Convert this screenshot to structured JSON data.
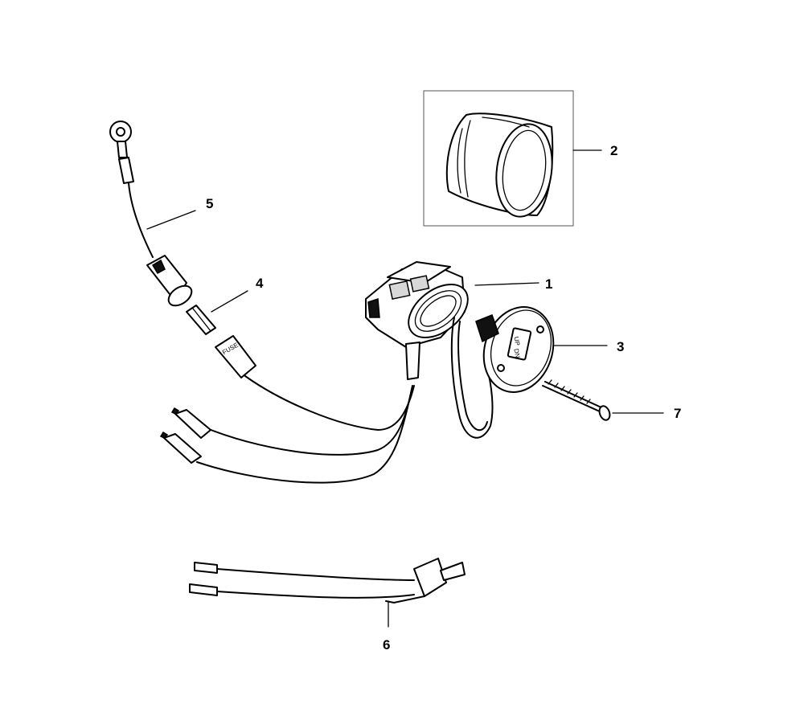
{
  "diagram": {
    "callouts": [
      {
        "id": "callout-1",
        "label": "1"
      },
      {
        "id": "callout-2",
        "label": "2"
      },
      {
        "id": "callout-3",
        "label": "3"
      },
      {
        "id": "callout-4",
        "label": "4"
      },
      {
        "id": "callout-5",
        "label": "5"
      },
      {
        "id": "callout-6",
        "label": "6"
      },
      {
        "id": "callout-7",
        "label": "7"
      }
    ],
    "fuse_holder_text": "FUSE",
    "switch_text_up": "UP",
    "switch_text_dn": "DN"
  }
}
